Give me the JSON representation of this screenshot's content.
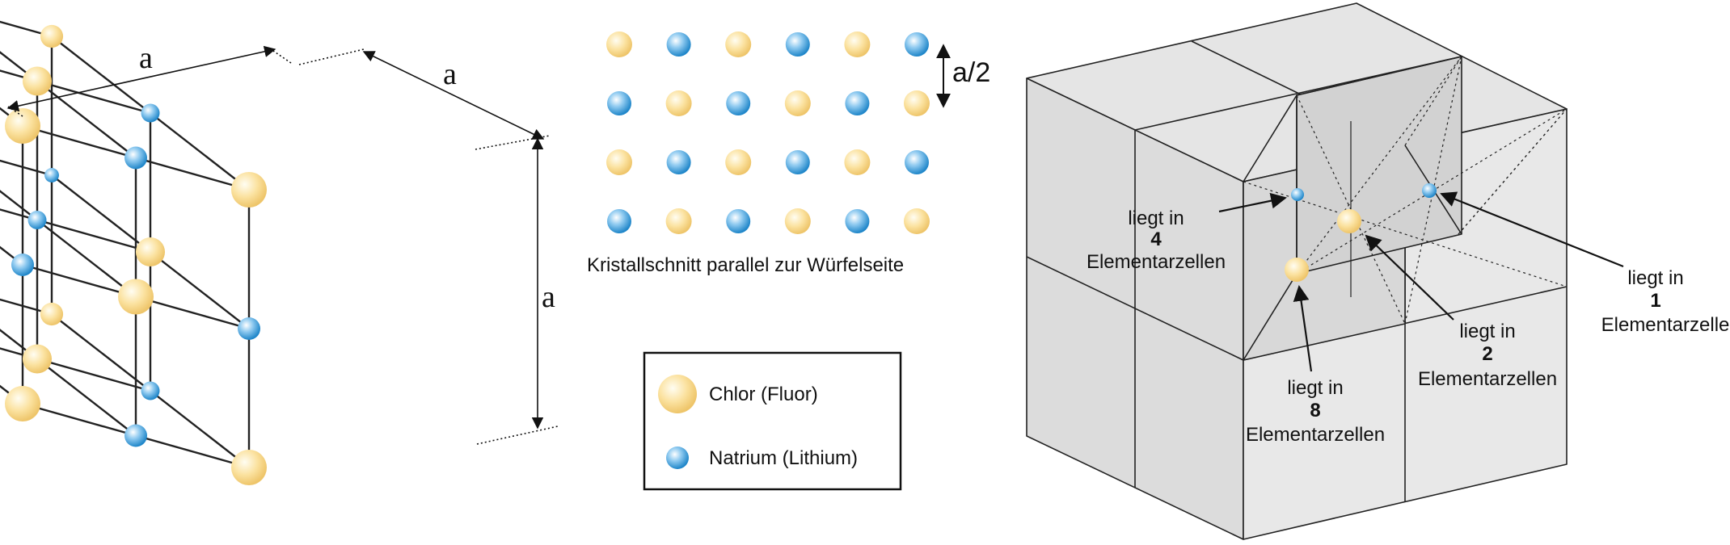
{
  "dimension_label": "a",
  "half_dimension_label": "a/2",
  "section_caption": "Kristallschnitt parallel zur Würfelseite",
  "legend": {
    "chlorine": "Chlor (Fluor)",
    "sodium": "Natrium (Lithium)"
  },
  "annotations": {
    "lies_in": "liegt in",
    "unit_cells": "Elementarzellen",
    "unit_cell": "Elementarzelle",
    "count_edge": "4",
    "count_face": "2",
    "count_corner": "8",
    "count_center": "1"
  },
  "colors": {
    "chlorine": "#f9d983",
    "sodium": "#3a9ad6",
    "cube_face": "#e2e2e2",
    "line": "#222222"
  }
}
